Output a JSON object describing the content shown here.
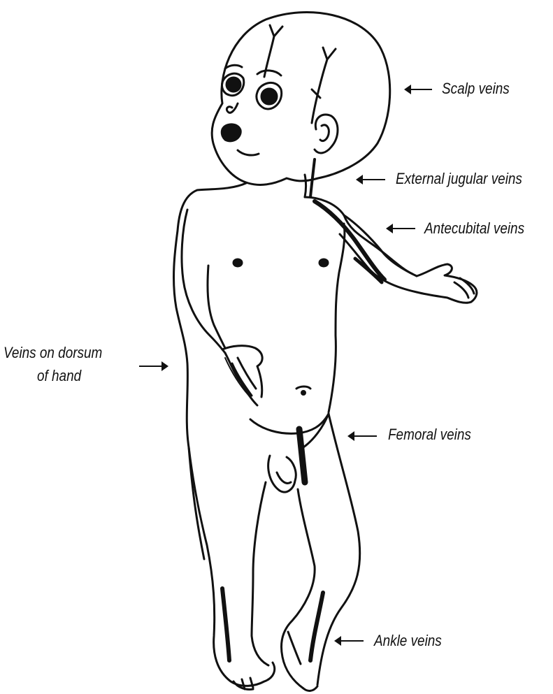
{
  "labels": {
    "scalp": "Scalp veins",
    "jugular": "External jugular veins",
    "antecubital": "Antecubital veins",
    "dorsum_line1": "Veins on dorsum",
    "dorsum_line2": "of hand",
    "femoral": "Femoral veins",
    "ankle": "Ankle veins"
  },
  "colors": {
    "ink": "#111111",
    "background": "#ffffff"
  }
}
